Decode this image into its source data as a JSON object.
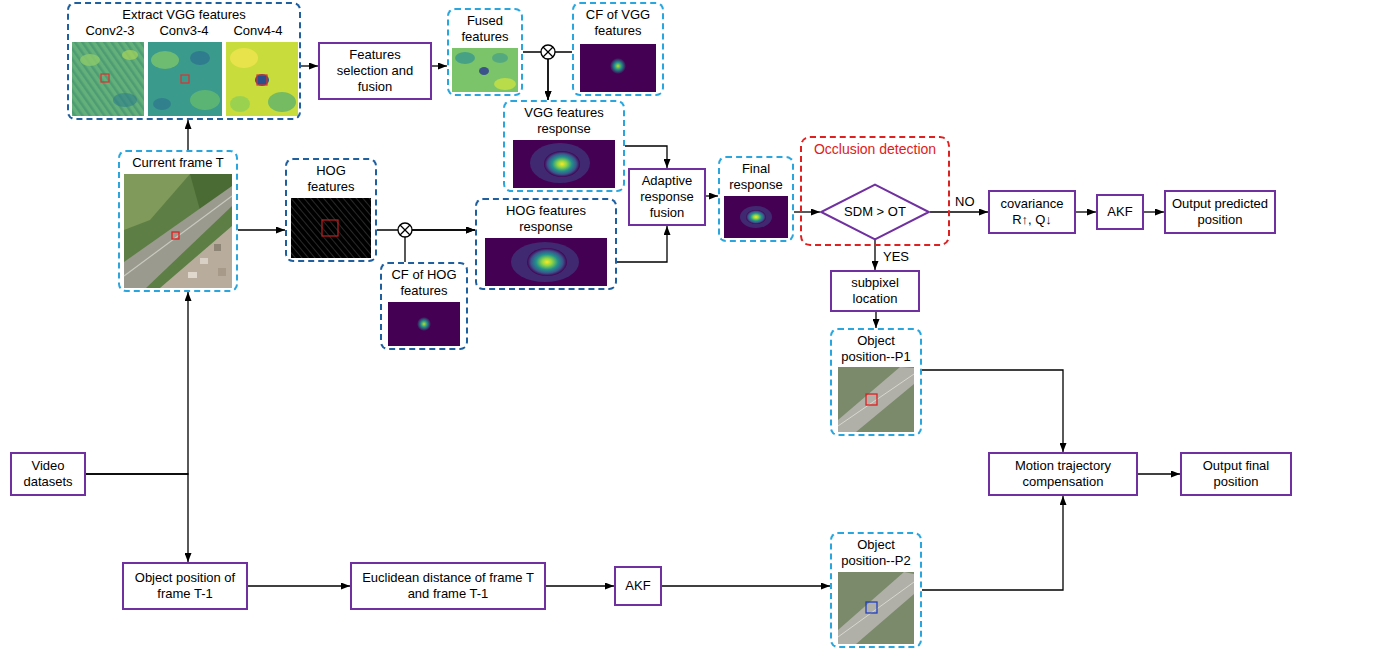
{
  "diagram": {
    "nodes": [
      {
        "text": [
          "Extract VGG features",
          "Conv2-3",
          "Conv3-4",
          "Conv4-4"
        ]
      },
      {
        "text": [
          "Features selection and fusion"
        ]
      },
      {
        "text": [
          "Fused features"
        ]
      },
      {
        "text": [
          "CF of VGG features"
        ]
      },
      {
        "text": [
          "VGG features response"
        ]
      },
      {
        "text": [
          "Current frame T"
        ]
      },
      {
        "text": [
          "HOG features"
        ]
      },
      {
        "text": [
          "HOG features response"
        ]
      },
      {
        "text": [
          "CF of HOG features"
        ]
      },
      {
        "text": [
          "Adaptive response fusion"
        ]
      },
      {
        "text": [
          "Final response"
        ]
      },
      {
        "text": [
          "Occlusion detection"
        ]
      },
      {
        "text": [
          "SDM > OT"
        ],
        "in": 11
      },
      {
        "text": [
          "covariance R↑, Q↓"
        ]
      },
      {
        "text": [
          "AKF"
        ]
      },
      {
        "text": [
          "Output predicted position"
        ]
      },
      {
        "text": [
          "subpixel location"
        ]
      },
      {
        "text": [
          "Object position--P1"
        ]
      },
      {
        "text": [
          "Motion trajectory compensation"
        ]
      },
      {
        "text": [
          "Output final position"
        ]
      },
      {
        "text": [
          "Video datasets"
        ]
      },
      {
        "text": [
          "Object position of frame T-1"
        ]
      },
      {
        "text": [
          "Euclidean distance of frame T and frame T-1"
        ]
      },
      {
        "text": [
          "AKF"
        ]
      },
      {
        "text": [
          "Object position--P2"
        ]
      }
    ],
    "edges": [
      {
        "from": 5,
        "to": 0,
        "arrow": "to"
      },
      {
        "from": 0,
        "to": 1,
        "arrow": "to"
      },
      {
        "from": 1,
        "to": 2,
        "arrow": "to"
      },
      {
        "from": 2,
        "to": 4,
        "arrow": "to"
      },
      {
        "from": 3,
        "to": 4,
        "arrow": "to"
      },
      {
        "from": 4,
        "to": 9,
        "arrow": "to"
      },
      {
        "from": 5,
        "to": 6,
        "arrow": "to"
      },
      {
        "from": 6,
        "to": 7,
        "arrow": "to"
      },
      {
        "from": 8,
        "to": 7,
        "arrow": "to"
      },
      {
        "from": 7,
        "to": 9,
        "arrow": "to"
      },
      {
        "from": 9,
        "to": 10,
        "arrow": "to"
      },
      {
        "from": 10,
        "to": 12,
        "arrow": "to"
      },
      {
        "from": 12,
        "to": 13,
        "label": "NO",
        "arrow": "to"
      },
      {
        "from": 13,
        "to": 14,
        "arrow": "to"
      },
      {
        "from": 14,
        "to": 15,
        "arrow": "to"
      },
      {
        "from": 12,
        "to": 16,
        "label": "YES",
        "arrow": "to"
      },
      {
        "from": 16,
        "to": 17,
        "arrow": "to"
      },
      {
        "from": 17,
        "to": 18,
        "arrow": "to"
      },
      {
        "from": 24,
        "to": 18,
        "arrow": "to"
      },
      {
        "from": 18,
        "to": 19,
        "arrow": "to"
      },
      {
        "from": 20,
        "to": 5,
        "arrow": "to"
      },
      {
        "from": 20,
        "to": 21,
        "arrow": "to"
      },
      {
        "from": 21,
        "to": 22,
        "arrow": "to"
      },
      {
        "from": 22,
        "to": 23,
        "arrow": "to"
      },
      {
        "from": 23,
        "to": 24,
        "arrow": "to"
      }
    ]
  }
}
